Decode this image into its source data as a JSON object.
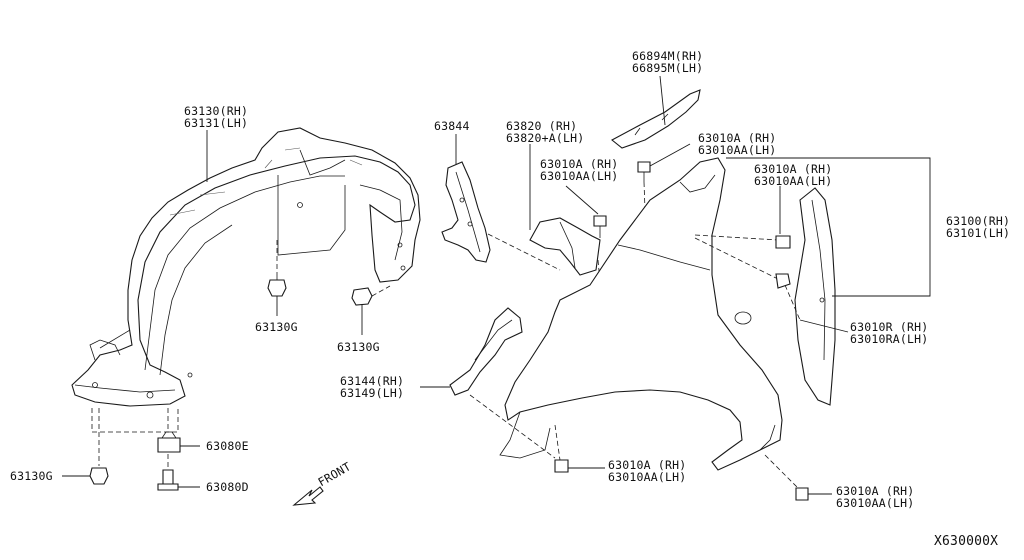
{
  "callouts": {
    "c63130": [
      "63130(RH)",
      "63131(LH)"
    ],
    "c63844": [
      "63844"
    ],
    "c63820": [
      "63820  (RH)",
      "63820+A(LH)"
    ],
    "c63010a_mid": [
      "63010A (RH)",
      "63010AA(LH)"
    ],
    "c66894": [
      "66894M(RH)",
      "66895M(LH)"
    ],
    "c63010a_top": [
      "63010A  (RH)",
      "63010AA(LH)"
    ],
    "c63010a_right": [
      "63010A  (RH)",
      "63010AA(LH)"
    ],
    "c63100": [
      "63100(RH)",
      "63101(LH)"
    ],
    "c63010r": [
      "63010R  (RH)",
      "63010RA(LH)"
    ],
    "c63144": [
      "63144(RH)",
      "63149(LH)"
    ],
    "c63010a_bot": [
      "63010A  (RH)",
      "63010AA(LH)"
    ],
    "c63010a_bot2": [
      "63010A  (RH)",
      "63010AA(LH)"
    ],
    "c63130g_1": [
      "63130G"
    ],
    "c63130g_2": [
      "63130G"
    ],
    "c63130g_3": [
      "63130G"
    ],
    "c63080e": [
      "63080E"
    ],
    "c63080d": [
      "63080D"
    ]
  },
  "direction": {
    "label": "FRONT"
  },
  "diagram_code": "X630000X"
}
